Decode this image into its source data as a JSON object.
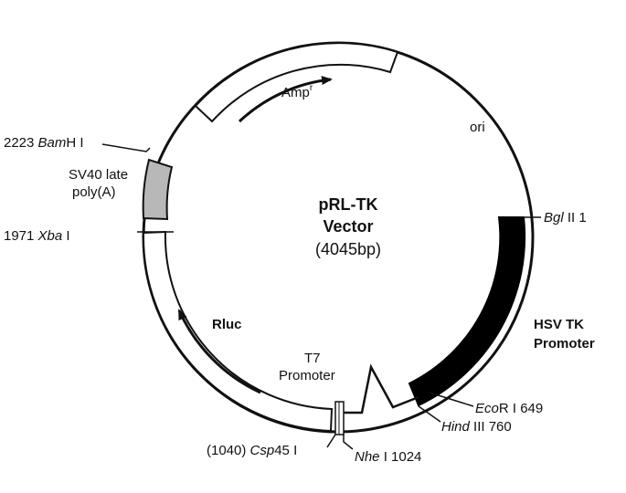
{
  "title": {
    "line1": "pRL-TK",
    "line2": "Vector",
    "line3": "(4045bp)"
  },
  "features": {
    "amp": {
      "name": "Amp",
      "sup": "r"
    },
    "ori": "ori",
    "sv40": {
      "line1": "SV40 late",
      "line2": "poly(A)"
    },
    "rluc": "Rluc",
    "hsv": {
      "line1": "HSV TK",
      "line2": "Promoter"
    },
    "t7": {
      "line1": "T7",
      "line2": "Promoter"
    }
  },
  "sites": {
    "bamhi": {
      "pos": "2223",
      "enzyme": "Bam",
      "suffix": "H I"
    },
    "xbai": {
      "pos": "1971",
      "enzyme": "Xba",
      "suffix": " I"
    },
    "bglii": {
      "enzyme": "Bgl",
      "suffix": " II 1"
    },
    "ecori": {
      "enzyme": "Eco",
      "suffix": "R I 649"
    },
    "hindiii": {
      "enzyme": "Hind",
      "suffix": " III 760"
    },
    "nhei": {
      "enzyme": "Nhe",
      "suffix": " I 1024"
    },
    "csp45i": {
      "pos": "(1040) ",
      "enzyme": "Csp",
      "suffix": "45 I"
    }
  },
  "colors": {
    "line": "#111111",
    "hsv_fill": "#000000",
    "sv40_fill": "#b8b8b8",
    "open_fill": "#ffffff"
  }
}
